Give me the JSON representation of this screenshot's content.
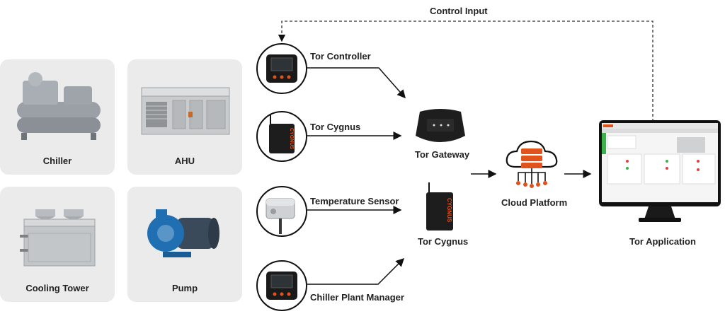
{
  "control_input": "Control Input",
  "equipment": {
    "chiller": "Chiller",
    "ahu": "AHU",
    "cooling_tower": "Cooling Tower",
    "pump": "Pump"
  },
  "devices": {
    "tor_controller": "Tor Controller",
    "tor_cygnus": "Tor Cygnus",
    "temperature_sensor": "Temperature Sensor",
    "chiller_plant_manager": "Chiller Plant Manager"
  },
  "hub": {
    "tor_gateway": "Tor Gateway",
    "tor_cygnus": "Tor Cygnus"
  },
  "cloud_platform": "Cloud Platform",
  "tor_application": "Tor Application",
  "device_brand": "CYGNUS",
  "colors": {
    "accent": "#e0531b",
    "card": "#ebebeb",
    "ink": "#111111"
  }
}
